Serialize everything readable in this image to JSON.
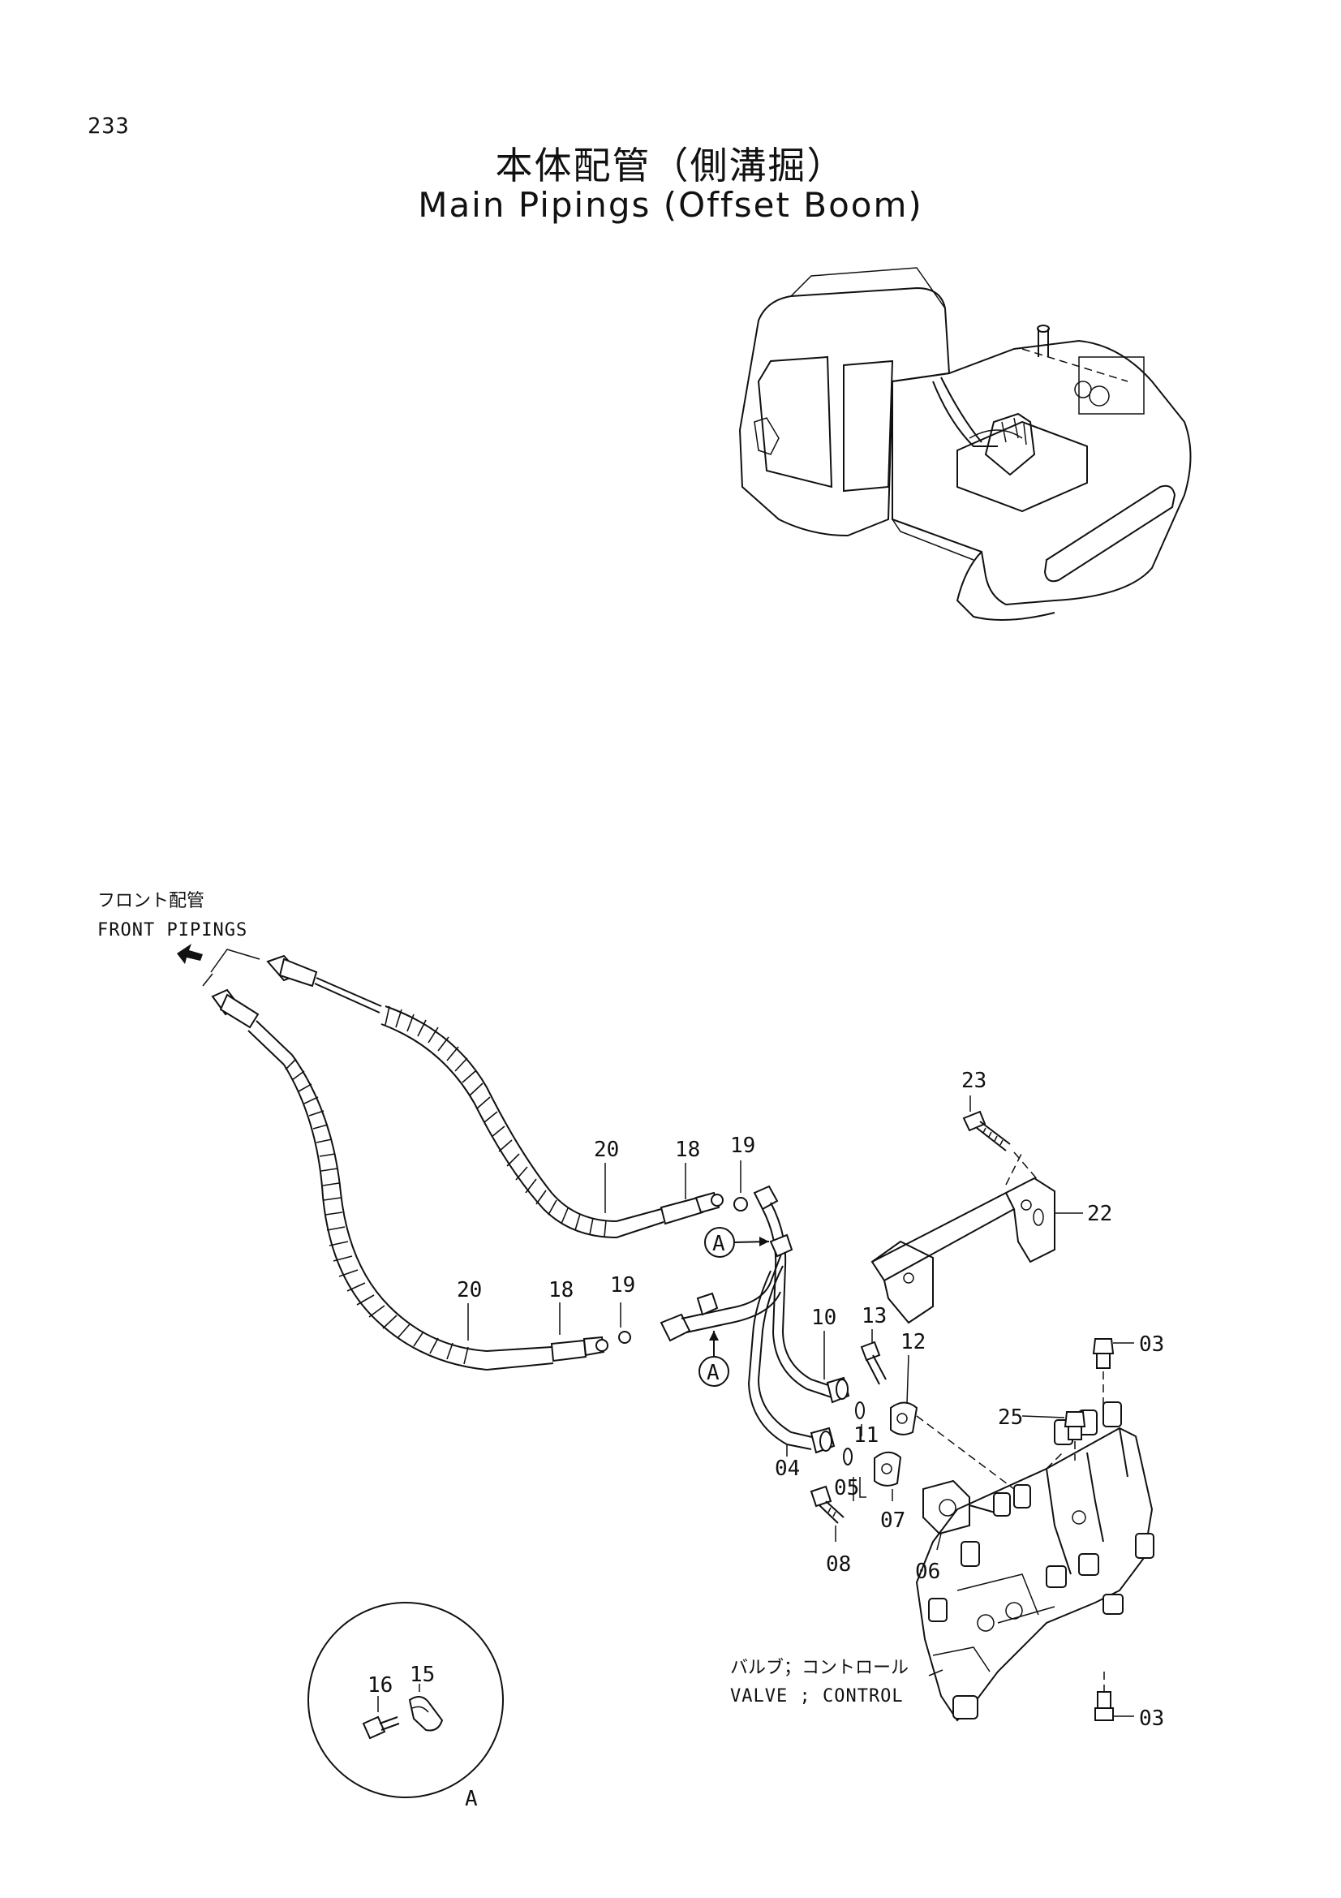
{
  "page": {
    "number": "233"
  },
  "title": {
    "japanese": "本体配管（側溝掘）",
    "english": "Main Pipings (Offset Boom)"
  },
  "labels": {
    "front_pipings_jp": "フロント配管",
    "front_pipings_en": "FRONT PIPINGS",
    "valve_jp": "バルブ；コントロール",
    "valve_en": "VALVE ; CONTROL",
    "detail_ref": "A",
    "view_marker": "A"
  },
  "callouts": {
    "p03a": "03",
    "p03b": "03",
    "p04": "04",
    "p05": "05",
    "p06": "06",
    "p07": "07",
    "p08": "08",
    "p10": "10",
    "p11": "11",
    "p12": "12",
    "p13": "13",
    "p15": "15",
    "p16": "16",
    "p18a": "18",
    "p18b": "18",
    "p19a": "19",
    "p19b": "19",
    "p20a": "20",
    "p20b": "20",
    "p22": "22",
    "p23": "23",
    "p25": "25"
  }
}
